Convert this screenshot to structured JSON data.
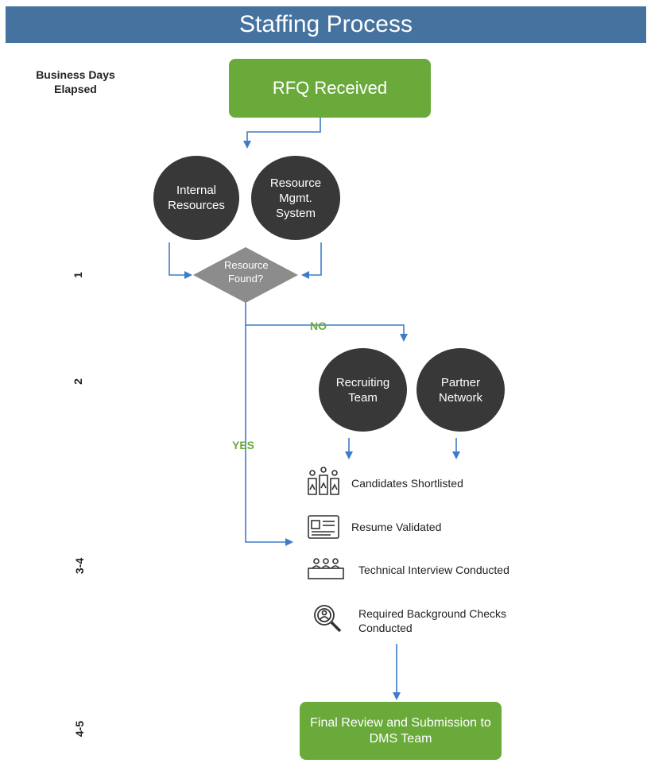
{
  "title": "Staffing Process",
  "days_header": "Business Days Elapsed",
  "day_labels": [
    "1",
    "2",
    "3-4",
    "4-5"
  ],
  "start_box": "RFQ Received",
  "sources": [
    "Internal Resources",
    "Resource Mgmt. System"
  ],
  "decision": "Resource Found?",
  "branch_no": "NO",
  "branch_yes": "YES",
  "external_sources": [
    "Recruiting Team",
    "Partner Network"
  ],
  "steps": [
    {
      "label": "Candidates Shortlisted",
      "icon": "candidates-icon"
    },
    {
      "label": "Resume Validated",
      "icon": "resume-icon"
    },
    {
      "label": "Technical Interview Conducted",
      "icon": "interview-panel-icon"
    },
    {
      "label": "Required Background Checks Conducted",
      "icon": "magnifier-person-icon"
    }
  ],
  "end_box": "Final Review and Submission to DMS Team",
  "colors": {
    "banner": "#46729f",
    "green": "#6aaa3b",
    "circle": "#383838",
    "diamond": "#8c8c8c",
    "arrow": "#3d7cc9"
  }
}
